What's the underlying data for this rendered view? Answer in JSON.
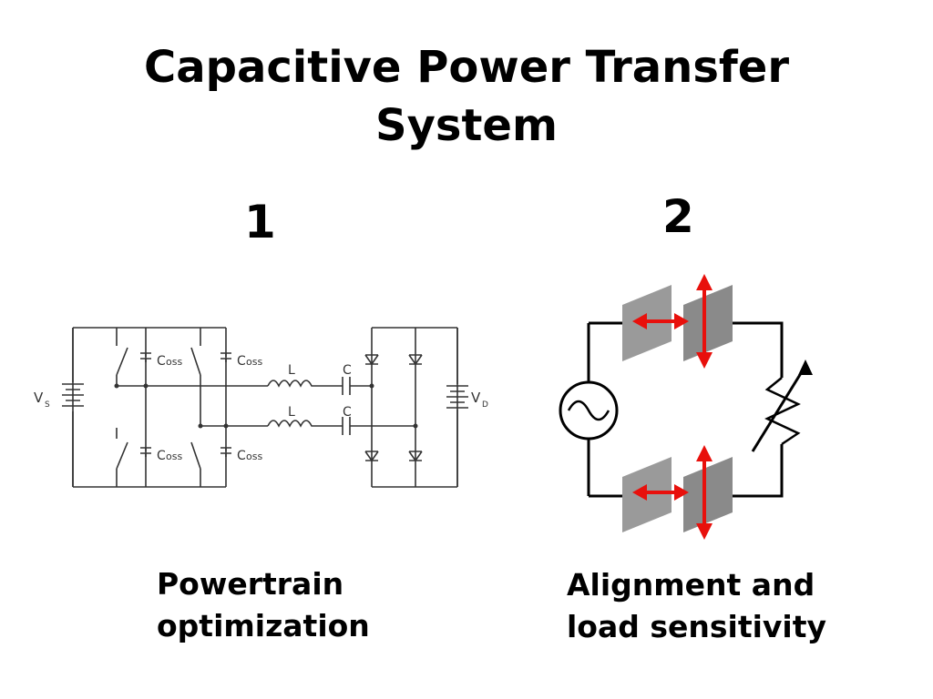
{
  "slide": {
    "title_line1": "Capacitive Power Transfer",
    "title_line2": "System",
    "item1_number": "1",
    "item2_number": "2",
    "caption1_line1": "Powertrain",
    "caption1_line2": "optimization",
    "caption2_line1": "Alignment and",
    "caption2_line2": "load sensitivity"
  },
  "powertrain_circuit": {
    "source_label": "V",
    "source_sub": "S",
    "load_label": "V",
    "load_sub": "D",
    "switch_cap_label": "C",
    "switch_cap_sub": "oss",
    "inductor_label": "L",
    "coupling_cap_label": "C"
  },
  "colors": {
    "arrow": "#e8100c",
    "plate": "#8f8f8f",
    "wire": "#333333"
  }
}
